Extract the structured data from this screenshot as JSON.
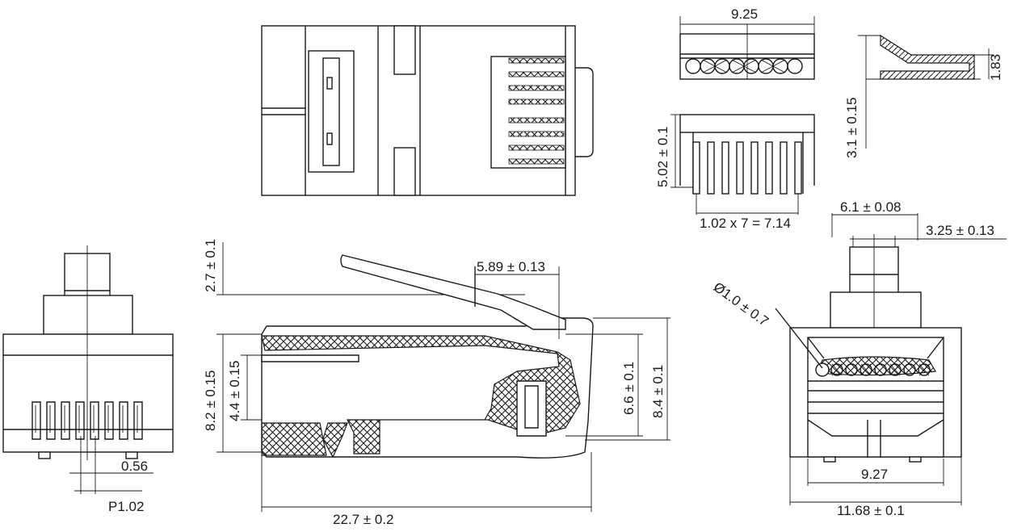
{
  "drawing": {
    "dims": {
      "top_width": "9.25",
      "right_height": "1.83",
      "side_3_1": "3.1 ± 0.15",
      "contact_height": "5.02 ± 0.1",
      "pitch_total": "1.02 x 7 = 7.14",
      "tab_height": "2.7 ± 0.1",
      "latch_offset": "5.89 ± 0.13",
      "body_height": "8.2 ± 0.15",
      "inner_height": "4.4 ± 0.15",
      "front_height": "6.6 ± 0.1",
      "total_height": "8.4 ± 0.1",
      "length": "22.7 ± 0.2",
      "front_tab_width": "6.1 ± 0.08",
      "front_key_width": "3.25 ± 0.13",
      "wire_diameter": "Ø1.0 ± 0.7",
      "inner_width": "9.27",
      "outer_width": "11.68 ± 0.1",
      "contact_thickness": "0.56",
      "pitch": "P1.02"
    }
  }
}
